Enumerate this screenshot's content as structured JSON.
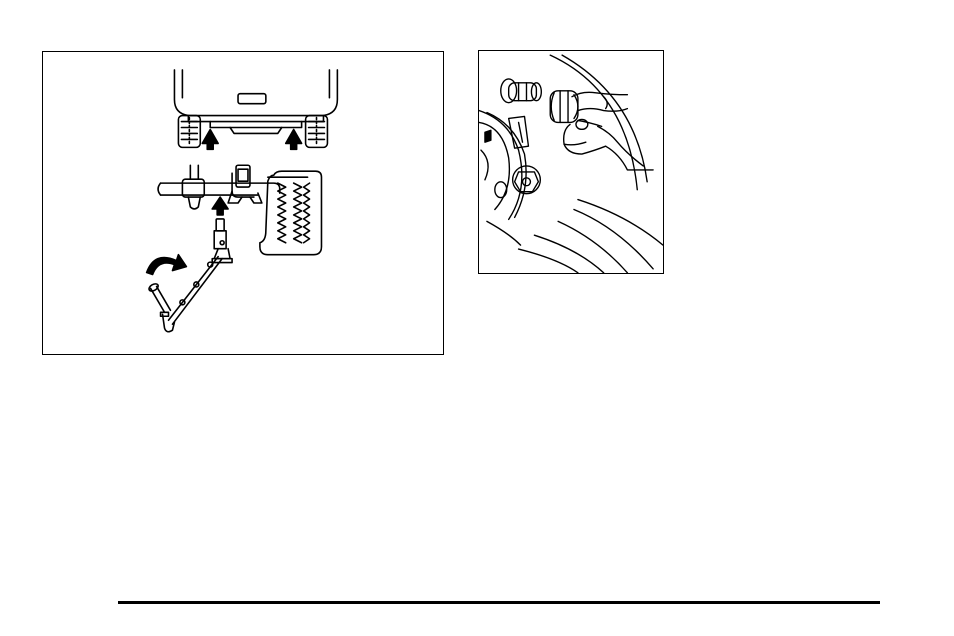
{
  "page": {
    "background": "#ffffff",
    "line_color": "#000000"
  },
  "figures": [
    {
      "name": "jacking-illustration",
      "icon": "jack-under-rear-axle-illustration"
    },
    {
      "name": "wheel-nut-illustration",
      "icon": "hand-removing-wheel-nut-illustration"
    }
  ]
}
